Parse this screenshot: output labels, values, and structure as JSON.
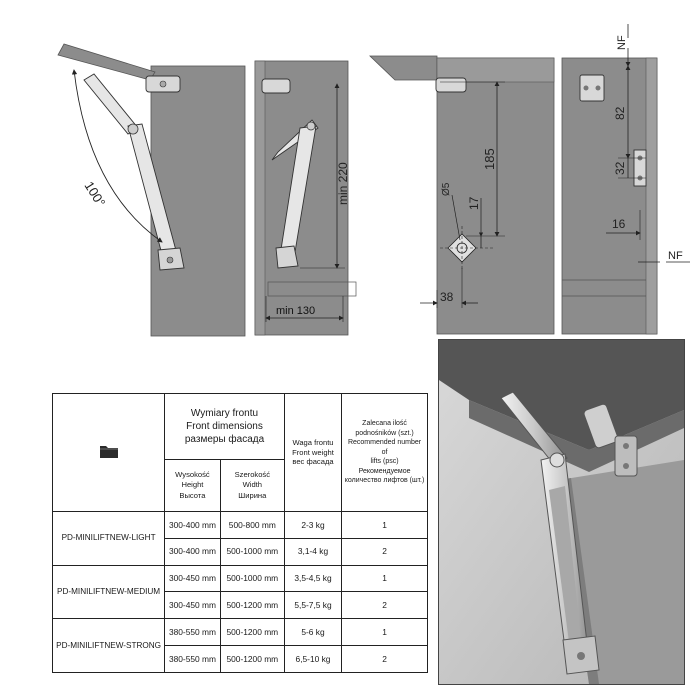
{
  "diagrams": {
    "angle_label": "100°",
    "dim_min_220": "min 220",
    "dim_min_130": "min 130",
    "dim_185": "185",
    "dim_17": "17",
    "dim_38": "38",
    "dim_drill": "Ø5",
    "dim_82": "82",
    "dim_32": "32",
    "dim_16": "16",
    "nf_top": "NF",
    "nf_right": "NF"
  },
  "table": {
    "header": {
      "front_dimensions": [
        "Wymiary frontu",
        "Front dimensions",
        "размеры фасада"
      ],
      "height": [
        "Wysokość",
        "Height",
        "Высота"
      ],
      "width": [
        "Szerokość",
        "Width",
        "Ширина"
      ],
      "front_weight": [
        "Waga frontu",
        "Front weight",
        "вес фасада"
      ],
      "recommended_lifts": [
        "Zalecana ilość",
        "podnośników (szt.)",
        "Recommended number of",
        "lifts (psc)",
        "Рекомендуемое",
        "количество лифтов (шт.)"
      ]
    },
    "groups": [
      {
        "model": "PD-MINILIFTNEW-LIGHT",
        "rows": [
          {
            "height": "300-400 mm",
            "width": "500-800 mm",
            "weight": "2-3 kg",
            "lifts": "1"
          },
          {
            "height": "300-400 mm",
            "width": "500-1000 mm",
            "weight": "3,1-4 kg",
            "lifts": "2"
          }
        ]
      },
      {
        "model": "PD-MINILIFTNEW-MEDIUM",
        "rows": [
          {
            "height": "300-450 mm",
            "width": "500-1000 mm",
            "weight": "3,5-4,5 kg",
            "lifts": "1"
          },
          {
            "height": "300-450 mm",
            "width": "500-1200 mm",
            "weight": "5,5-7,5 kg",
            "lifts": "2"
          }
        ]
      },
      {
        "model": "PD-MINILIFTNEW-STRONG",
        "rows": [
          {
            "height": "380-550 mm",
            "width": "500-1200 mm",
            "weight": "5-6 kg",
            "lifts": "1"
          },
          {
            "height": "380-550 mm",
            "width": "500-1200 mm",
            "weight": "6,5-10 kg",
            "lifts": "2"
          }
        ]
      }
    ]
  },
  "icons": {
    "folder": "folder-icon"
  }
}
